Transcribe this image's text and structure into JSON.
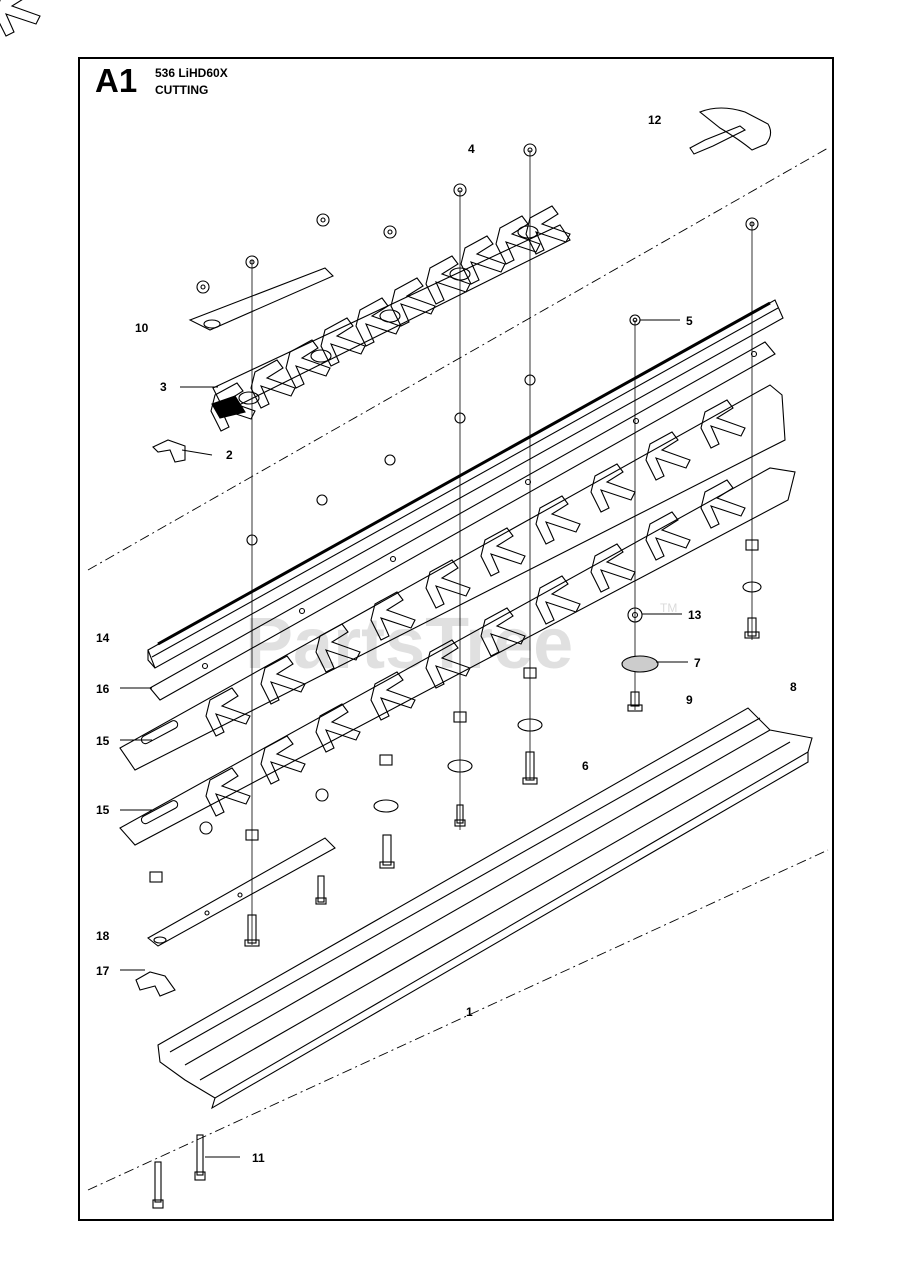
{
  "header": {
    "section": "A1",
    "model": "536 LiHD60X",
    "group": "CUTTING"
  },
  "watermark": {
    "text": "PartsTree",
    "trademark": "TM"
  },
  "callouts": [
    "1",
    "2",
    "3",
    "4",
    "5",
    "6",
    "7",
    "8",
    "9",
    "10",
    "11",
    "12",
    "13",
    "14",
    "15",
    "15",
    "16",
    "17",
    "18"
  ]
}
